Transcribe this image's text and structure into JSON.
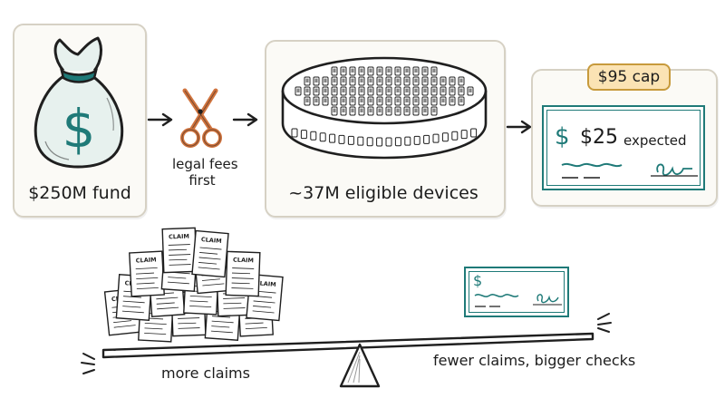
{
  "steps": {
    "fund": {
      "label": "$250M fund",
      "icon": "money-bag-icon"
    },
    "fees": {
      "line1": "legal fees",
      "line2": "first",
      "icon": "scissors-icon"
    },
    "devices": {
      "label": "~37M eligible devices",
      "icon": "device-tray-icon"
    },
    "check": {
      "cap": "$95 cap",
      "symbol": "$",
      "amount": "$25",
      "amount_suffix": "expected",
      "icon": "check-icon"
    }
  },
  "seesaw": {
    "left_label": "more claims",
    "right_label": "fewer claims, bigger checks",
    "claim_text": "CLAIM",
    "check_symbol": "$"
  },
  "colors": {
    "teal": "#1f7a78",
    "cap_fill": "#fbe3b4",
    "cap_border": "#c79a3c",
    "scissors": "#d0733d",
    "bag_fill": "#e7f1ee"
  }
}
